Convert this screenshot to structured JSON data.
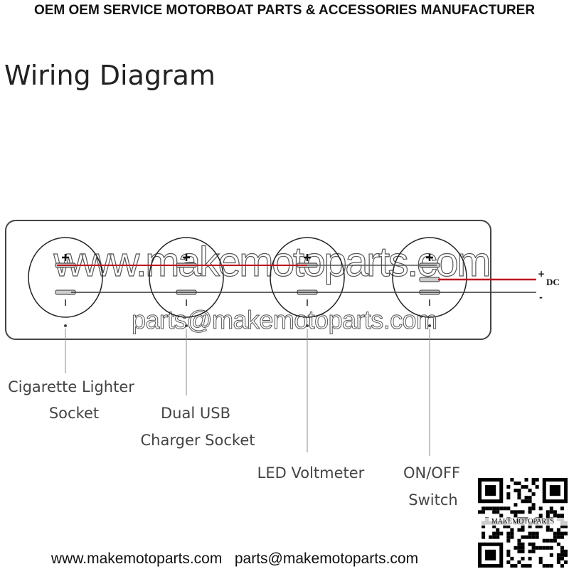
{
  "header": "OEM OEM SERVICE MOTORBOAT PARTS & ACCESSORIES MANUFACTURER",
  "title": "Wiring Diagram",
  "terminals": {
    "plus": "+",
    "minus": "-",
    "dc": "DC"
  },
  "components": [
    {
      "line1": "Cigarette Lighter",
      "line2": "Socket"
    },
    {
      "line1": "Dual USB",
      "line2": "Charger Socket"
    },
    {
      "line1": "LED Voltmeter"
    },
    {
      "line1": "ON/OFF",
      "line2": "Switch"
    }
  ],
  "watermark": {
    "url": "www.makemotoparts.com",
    "email": "parts@makemotoparts.com"
  },
  "footer": "www.makemotoparts.com   parts@makemotoparts.com",
  "qr_label": "MAKEMOTOPARTS",
  "colors": {
    "wire_positive": "#c0141c",
    "wire_negative": "#333333",
    "panel": "#444444"
  }
}
